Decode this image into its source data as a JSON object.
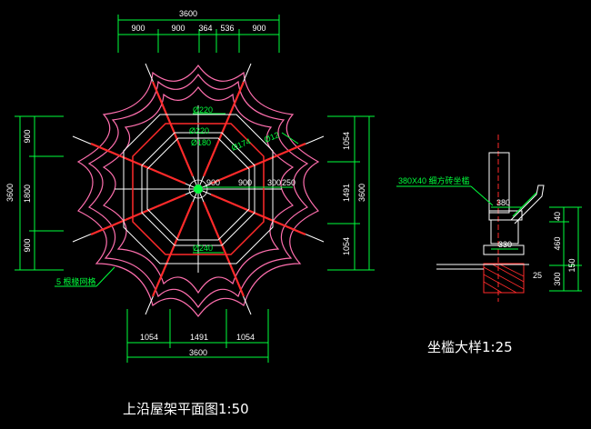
{
  "plan": {
    "title": "上沿屋架平面图1:50",
    "top_dims": {
      "total": "3600",
      "segments": [
        "900",
        "900",
        "364",
        "536",
        "900"
      ]
    },
    "bottom_dims": {
      "total": "3600",
      "segments": [
        "1054",
        "1491",
        "1054"
      ]
    },
    "left_dims": {
      "total": "3600",
      "segments": [
        "900",
        "1800",
        "900"
      ]
    },
    "right_dims": {
      "total": "3600",
      "segments": [
        "1054",
        "1491",
        "1054"
      ]
    },
    "labels": {
      "phi220_top": "Ø220",
      "phi220_mid": "Ø220",
      "phi180": "Ø180",
      "phi174": "Ø174",
      "phi12": "Ø12",
      "phi240": "Ø240",
      "dim900a": "900",
      "dim900b": "900",
      "dim300": "300",
      "dim250": "250",
      "rafter_note": "5 根椽网格"
    }
  },
  "detail": {
    "title": "坐槛大样1:25",
    "callout": "380X40 细方砖坐槛",
    "dims": [
      "380",
      "330",
      "25"
    ],
    "right_dims": [
      "40",
      "460",
      "150",
      "300"
    ]
  },
  "colors": {
    "background": "#000000",
    "lines_white": "#ffffff",
    "dims_green": "#00ff3c",
    "beams_red": "#ff2a2a",
    "outline_magenta": "#ff6fae"
  }
}
